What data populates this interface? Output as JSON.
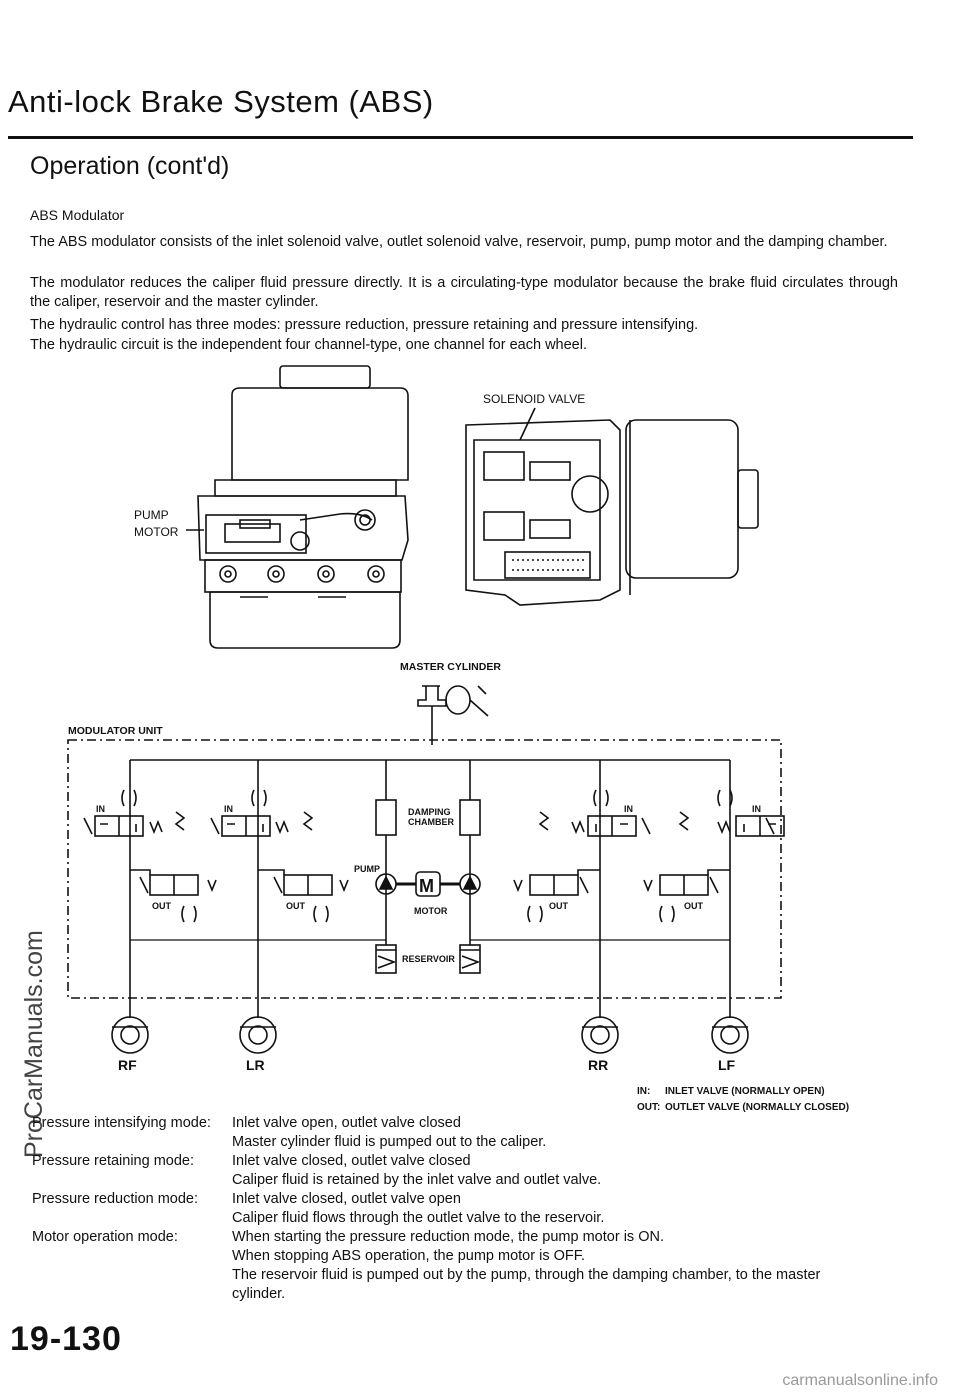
{
  "header": {
    "title": "Anti-lock Brake System (ABS)",
    "section": "Operation (cont'd)",
    "subheading": "ABS Modulator"
  },
  "body": {
    "p1": "The ABS modulator consists of the inlet solenoid valve, outlet solenoid valve, reservoir, pump, pump motor and the damping chamber.",
    "p2": "The modulator reduces the caliper fluid pressure directly. It is a circulating-type modulator because the brake fluid circulates through the caliper, reservoir and the master cylinder.",
    "p3": "The hydraulic control has three modes: pressure reduction, pressure retaining and pressure intensifying.",
    "p4": "The hydraulic circuit is the independent four channel-type, one channel for each wheel."
  },
  "figure": {
    "solenoid_valve": "SOLENOID VALVE",
    "pump_motor_line1": "PUMP",
    "pump_motor_line2": "MOTOR",
    "master_cylinder": "MASTER CYLINDER",
    "modulator_unit": "MODULATOR UNIT",
    "in": "IN",
    "out": "OUT",
    "damping_line1": "DAMPING",
    "damping_line2": "CHAMBER",
    "pump": "PUMP",
    "motor": "MOTOR",
    "motor_symbol": "M",
    "reservoir": "RESERVOIR",
    "wheel_rf": "RF",
    "wheel_lr": "LR",
    "wheel_rr": "RR",
    "wheel_lf": "LF",
    "legend_in_key": "IN:",
    "legend_in_text": "INLET VALVE (NORMALLY OPEN)",
    "legend_out_key": "OUT:",
    "legend_out_text": "OUTLET VALVE (NORMALLY CLOSED)"
  },
  "modes": [
    {
      "label": "Pressure intensifying mode:",
      "lines": [
        "Inlet valve open, outlet valve closed",
        "Master cylinder fluid is pumped out to the caliper."
      ]
    },
    {
      "label": "Pressure retaining mode:",
      "lines": [
        "Inlet valve closed, outlet valve closed",
        "Caliper fluid is retained by the inlet valve and outlet valve."
      ]
    },
    {
      "label": "Pressure reduction mode:",
      "lines": [
        "Inlet valve closed, outlet valve open",
        "Caliper fluid flows through the outlet valve to the reservoir."
      ]
    },
    {
      "label": "Motor operation mode:",
      "lines": [
        "When starting the pressure reduction mode, the pump motor is ON.",
        "When stopping ABS operation, the pump motor is OFF.",
        "The reservoir fluid is pumped out by the pump, through the damping chamber, to the master",
        "cylinder."
      ]
    }
  ],
  "footer": {
    "page_number": "19-130",
    "watermark": "ProCarManuals.com",
    "url": "carmanualsonline.info"
  }
}
